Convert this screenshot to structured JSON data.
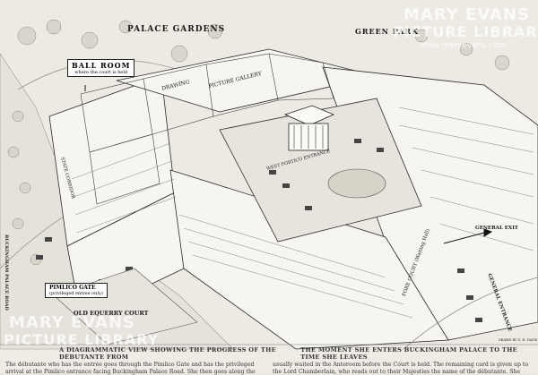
{
  "labels": {
    "palace_gardens": "PALACE GARDENS",
    "green_park": "GREEN PARK",
    "ball_room": "BALL ROOM",
    "ball_room_sub": "where the court is held",
    "drawing_rooms": "DRAWING",
    "picture_gallery": "PICTURE GALLERY",
    "state_corridor": "STATE CORRIDOR",
    "west_portico": "WEST PORTICO ENTRANCE",
    "pimlico_gate": "PIMLICO GATE",
    "pimlico_sub": "(privileged entree only)",
    "old_equerry": "OLD EQUERRY COURT",
    "buckingham_palace_road": "BUCKINGHAM PALACE ROAD",
    "general_exit": "GENERAL EXIT",
    "general_entrance": "GENERAL ENTRANCE",
    "fore_court": "FORE COURT (Waiting Hall)",
    "artist": "DRAWN BY G. H. DAVIS"
  },
  "watermark": {
    "line1": "MARY EVANS",
    "line2": "PICTURE LIBRARY",
    "url": "www.maryevans.com"
  },
  "caption": {
    "left_title": "A DIAGRAMMATIC VIEW SHOWING THE PROGRESS OF THE DÉBUTANTE FROM",
    "right_title": "THE MOMENT SHE ENTERS BUCKINGHAM PALACE TO THE TIME SHE LEAVES",
    "left_text": "The débutante who has the entrée goes through the Pimlico Gate and has the privileged arrival at the Pimlico entrance facing Buckingham Palace Road. She then goes along the corridor to the ball room where the Court is held. Others drive in at the General Entrance across the Fore Court.",
    "right_text": "usually waited in the Anteroom before the Court is held. The remaining card is given up to the Lord Chamberlain, who reads out to their Majesties the name of the débutante. She then retires and makes the second curtsey and leaves the Queen's hand."
  },
  "colors": {
    "paper": "#efece6",
    "ink": "#1a1a1a",
    "lawn": "#e2e0d8"
  }
}
